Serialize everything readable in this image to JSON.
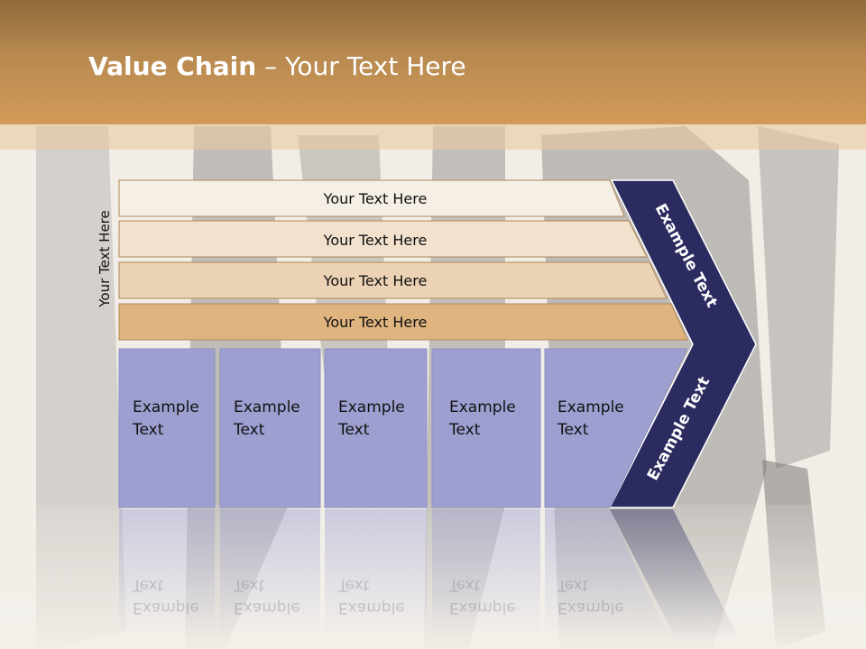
{
  "title": {
    "bold": "Value Chain",
    "rest": " – Your Text Here"
  },
  "side_label": "Your Text Here",
  "rows": [
    {
      "label": "Your Text Here",
      "fill": "#f6efe6"
    },
    {
      "label": "Your Text Here",
      "fill": "#f1e1cd"
    },
    {
      "label": "Your Text Here",
      "fill": "#ebd2b4"
    },
    {
      "label": "Your Text Here",
      "fill": "#dfb47f"
    }
  ],
  "cells": [
    {
      "line1": "Example",
      "line2": "Text"
    },
    {
      "line1": "Example",
      "line2": "Text"
    },
    {
      "line1": "Example",
      "line2": "Text"
    },
    {
      "line1": "Example",
      "line2": "Text"
    },
    {
      "line1": "Example",
      "line2": "Text"
    }
  ],
  "chevron_top": "Example Text",
  "chevron_bottom": "Example Text",
  "colors": {
    "header": "#c89552",
    "cell": "#9d9fd0",
    "chevron": "#2b2b60",
    "row_stroke": "#b08855"
  }
}
